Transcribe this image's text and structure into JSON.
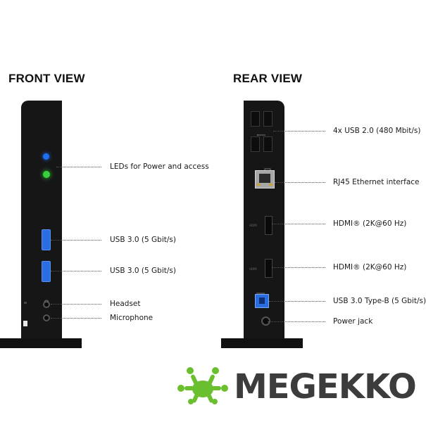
{
  "front": {
    "title": "FRONT VIEW",
    "labels": {
      "leds": "LEDs for Power and access",
      "usb_a": "USB 3.0 (5 Gbit/s)",
      "usb_b": "USB 3.0 (5 Gbit/s)",
      "headset": "Headset",
      "microphone": "Microphone"
    }
  },
  "rear": {
    "title": "REAR VIEW",
    "labels": {
      "usb2": "4x USB 2.0 (480 Mbit/s)",
      "rj45": "RJ45 Ethernet interface",
      "hdmi1": "HDMI® (2K@60 Hz)",
      "hdmi2": "HDMI® (2K@60 Hz)",
      "usb_typeb": "USB 3.0 Type-B (5 Gbit/s)",
      "power": "Power jack"
    },
    "port_text": {
      "hdmi": "HDMI"
    }
  },
  "logo": {
    "text": "MEGEKKO",
    "color": "#6abf2e"
  },
  "colors": {
    "led_blue": "#1f6ff5",
    "led_green": "#36d43a",
    "usb3_blue": "#2a6de0"
  },
  "icons": [
    "foot-logo-icon",
    "headset-icon",
    "microphone-icon",
    "usb-icon",
    "ethernet-icon"
  ]
}
